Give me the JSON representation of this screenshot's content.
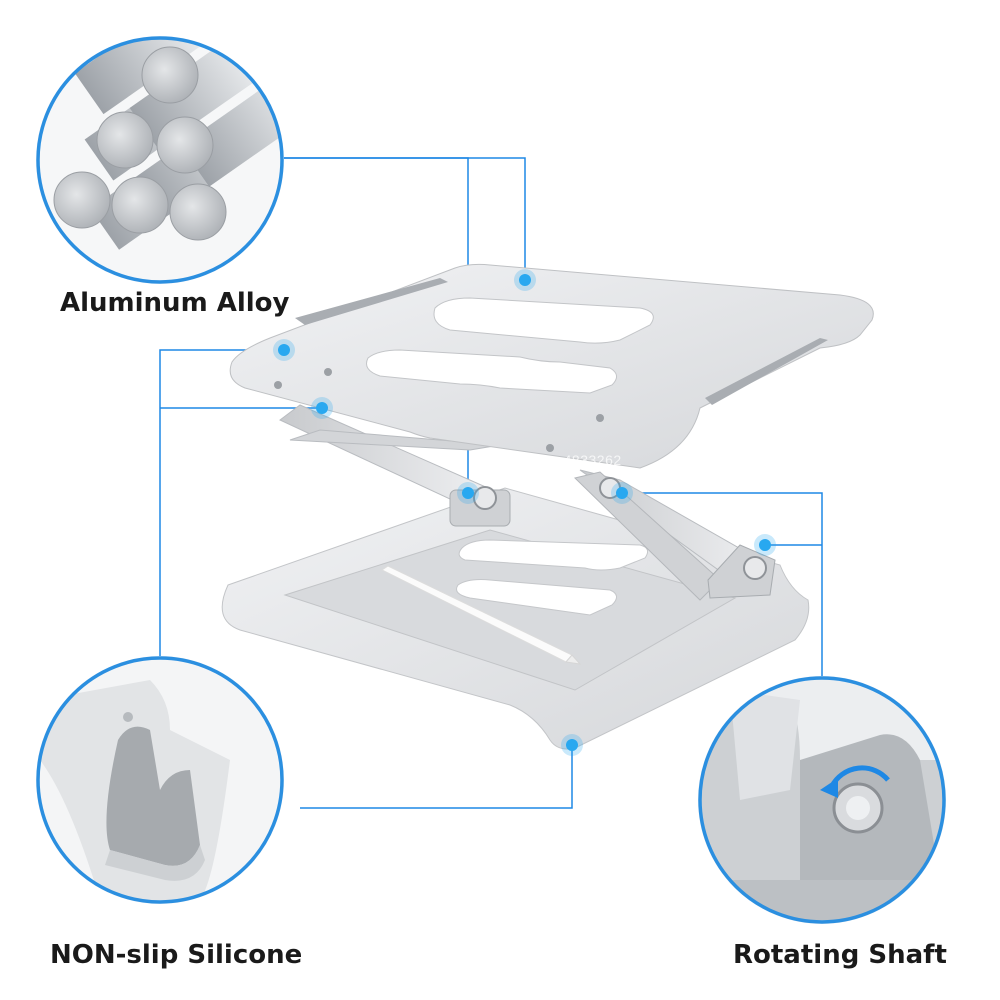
{
  "labels": {
    "aluminum_alloy": "Aluminum Alloy",
    "non_slip_silicone": "NON-slip Silicone",
    "rotating_shaft": "Rotating Shaft"
  },
  "watermark": "Store No.4833262",
  "colors": {
    "callout_line": "#1e88e5",
    "circle_border": "#2b8fe0",
    "dot": "#29a8f0",
    "aluminum": "#dcdde0",
    "text": "#1a1a1a"
  },
  "icons": [
    "aluminum-rods-icon",
    "rotate-arrow-icon"
  ]
}
